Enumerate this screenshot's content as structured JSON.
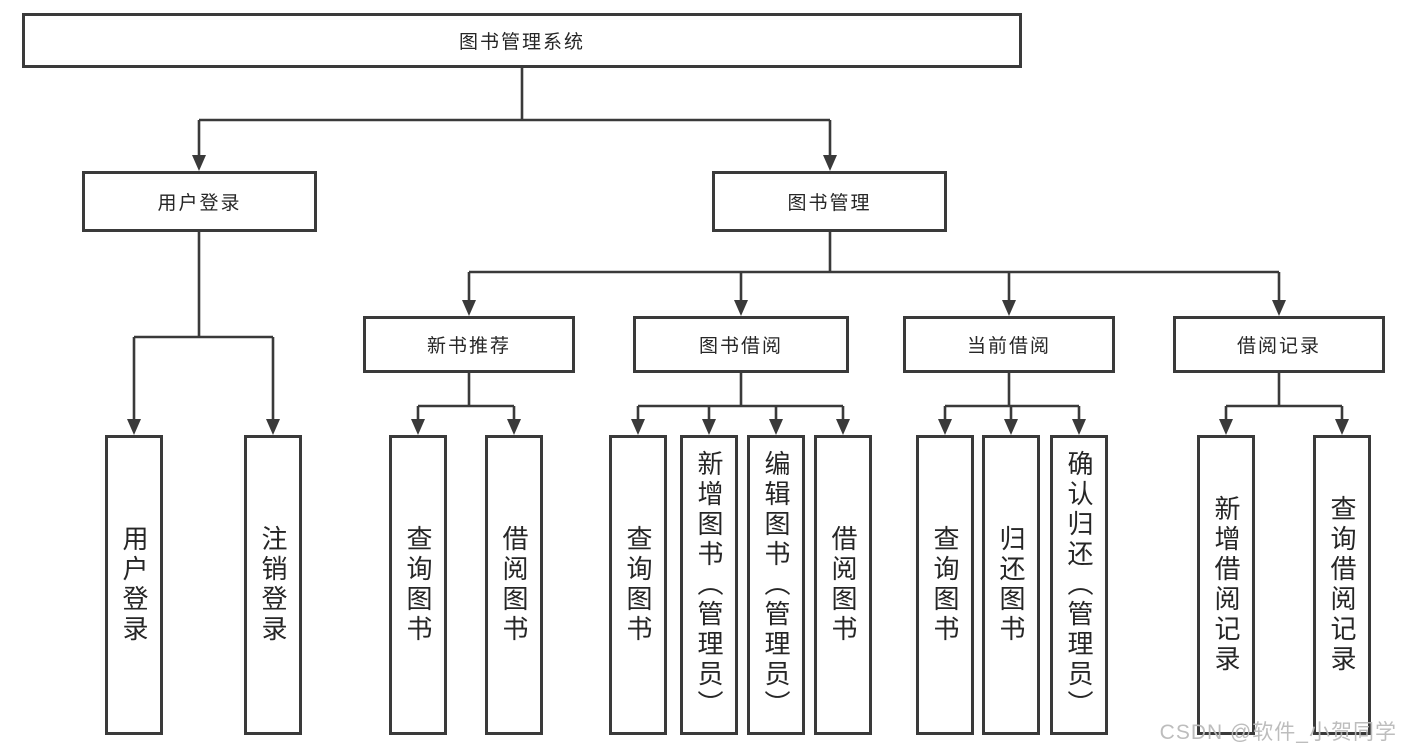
{
  "colors": {
    "line": "#3a3a3a",
    "box_border": "#3a3a3a",
    "box_background": "#ffffff",
    "text": "#262626",
    "watermark_text": "#b9b9b9"
  },
  "watermark": {
    "text": "CSDN @软件_小贺同学"
  },
  "tree": {
    "label": "图书管理系统",
    "children": [
      {
        "label": "用户登录",
        "children": [
          {
            "label": "用户登录"
          },
          {
            "label": "注销登录"
          }
        ]
      },
      {
        "label": "图书管理",
        "children": [
          {
            "label": "新书推荐",
            "children": [
              {
                "label": "查询图书"
              },
              {
                "label": "借阅图书"
              }
            ]
          },
          {
            "label": "图书借阅",
            "children": [
              {
                "label": "查询图书"
              },
              {
                "label": "新增图书（管理员）"
              },
              {
                "label": "编辑图书（管理员）"
              },
              {
                "label": "借阅图书"
              }
            ]
          },
          {
            "label": "当前借阅",
            "children": [
              {
                "label": "查询图书"
              },
              {
                "label": "归还图书"
              },
              {
                "label": "确认归还（管理员）"
              }
            ]
          },
          {
            "label": "借阅记录",
            "children": [
              {
                "label": "新增借阅记录"
              },
              {
                "label": "查询借阅记录"
              }
            ]
          }
        ]
      }
    ]
  }
}
